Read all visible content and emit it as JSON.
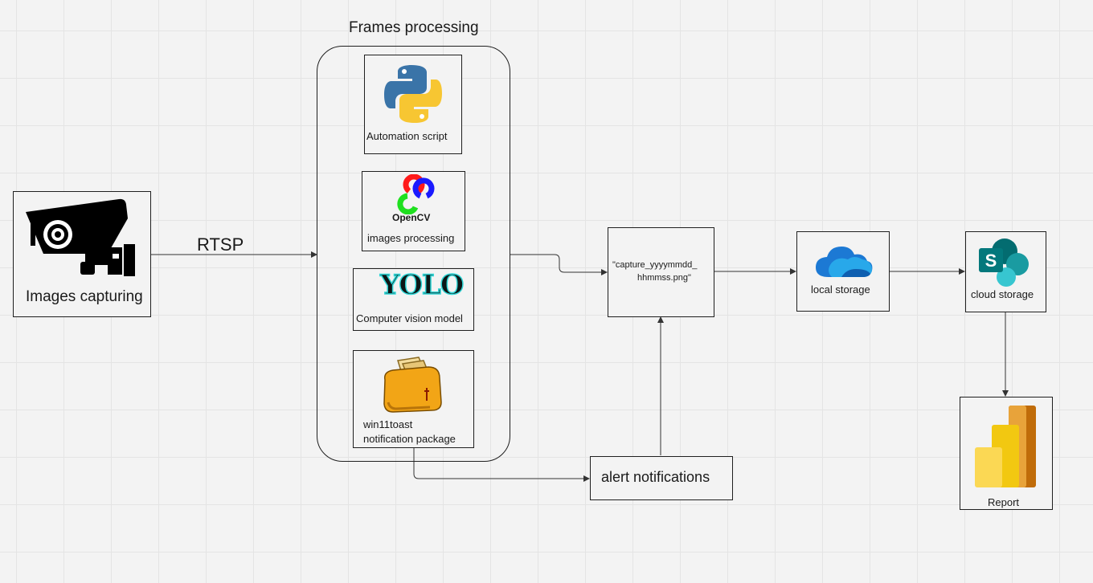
{
  "diagram": {
    "group_title": "Frames processing",
    "edge_label_rtsp": "RTSP",
    "nodes": {
      "camera": {
        "label": "Images capturing",
        "icon": "security-camera-icon"
      },
      "python": {
        "label": "Automation script",
        "icon": "python-logo-icon"
      },
      "opencv": {
        "label": "images processing",
        "logo_text": "OpenCV",
        "icon": "opencv-logo-icon"
      },
      "yolo": {
        "label": "Computer vision model",
        "logo_text": "YOLO",
        "icon": "yolo-logo-icon"
      },
      "toast": {
        "label_line1": "win11toast",
        "label_line2": "notification package",
        "icon": "toaster-icon"
      },
      "capture": {
        "label_line1": "\"capture_yyyymmdd_",
        "label_line2": "hhmmss.png\""
      },
      "local_storage": {
        "label": "local storage",
        "icon": "onedrive-cloud-icon"
      },
      "cloud_storage": {
        "label": "cloud storage",
        "icon": "sharepoint-icon"
      },
      "alerts": {
        "label": "alert notifications"
      },
      "report": {
        "label": "Report",
        "icon": "powerbi-icon"
      }
    }
  },
  "colors": {
    "line": "#333333",
    "python_blue": "#3a74a8",
    "python_yellow": "#f7c632",
    "opencv_red": "#ff1a1a",
    "opencv_green": "#1fe01f",
    "opencv_blue": "#1a1aff",
    "toast_orange": "#f2a516",
    "onedrive_blue": "#1c79d4",
    "sharepoint_teal": "#0b8180",
    "powerbi_yellow": "#f2c811"
  }
}
